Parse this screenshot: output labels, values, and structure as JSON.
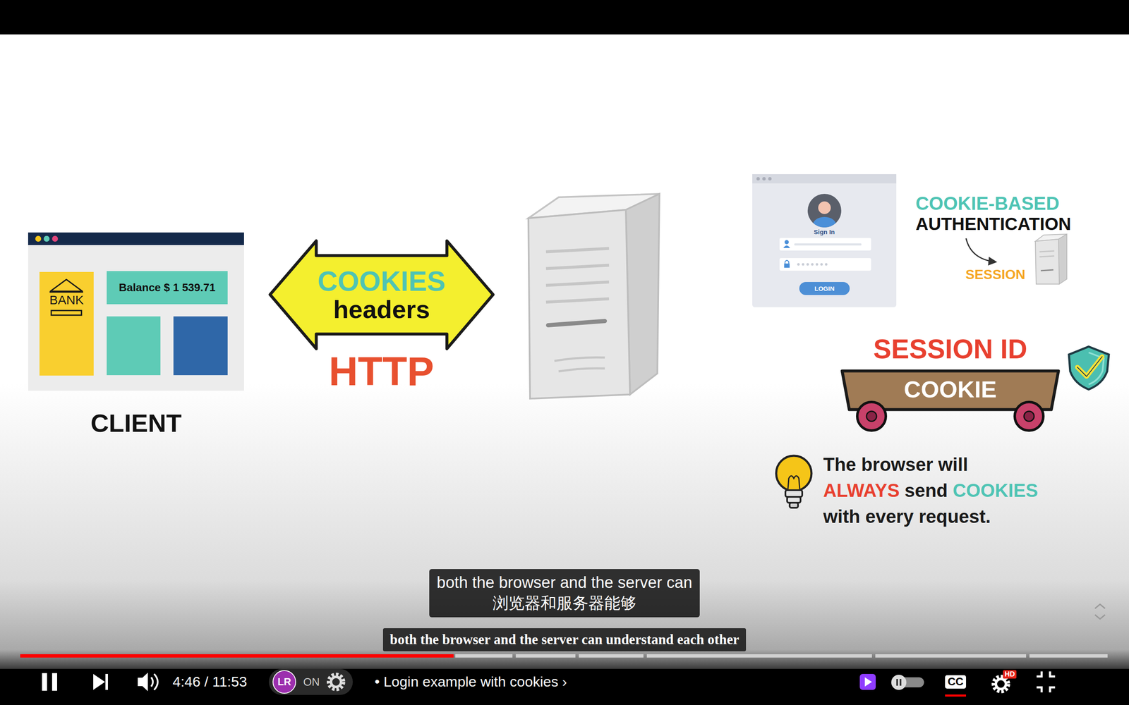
{
  "diagram": {
    "nodes": [
      {
        "text": [
          "CLIENT"
        ]
      },
      {
        "text": [
          "BANK"
        ],
        "in": 0
      },
      {
        "text": [
          "Balance $ 1 539.71"
        ],
        "in": 0
      },
      {
        "text": [
          "COOKIES",
          "headers"
        ]
      },
      {
        "text": [
          "Sign In"
        ]
      },
      {
        "text": [
          "LOGIN"
        ],
        "in": 4
      },
      {
        "text": [
          "SESSION ID",
          "COOKIE"
        ]
      },
      {
        "text": [
          "both the browser and the server can",
          "浏览器和服务器能够"
        ]
      },
      {
        "text": [
          "both the browser and the server can understand each other"
        ]
      }
    ],
    "labels": [
      "HTTP",
      "COOKIE-BASED",
      "AUTHENTICATION",
      "SESSION",
      "The browser will",
      "ALWAYS",
      "send",
      "COOKIES",
      "with every request.",
      "4:46 / 11:53",
      "LR",
      "ON",
      "• Login example with cookies ›",
      "HD",
      "CC"
    ]
  }
}
